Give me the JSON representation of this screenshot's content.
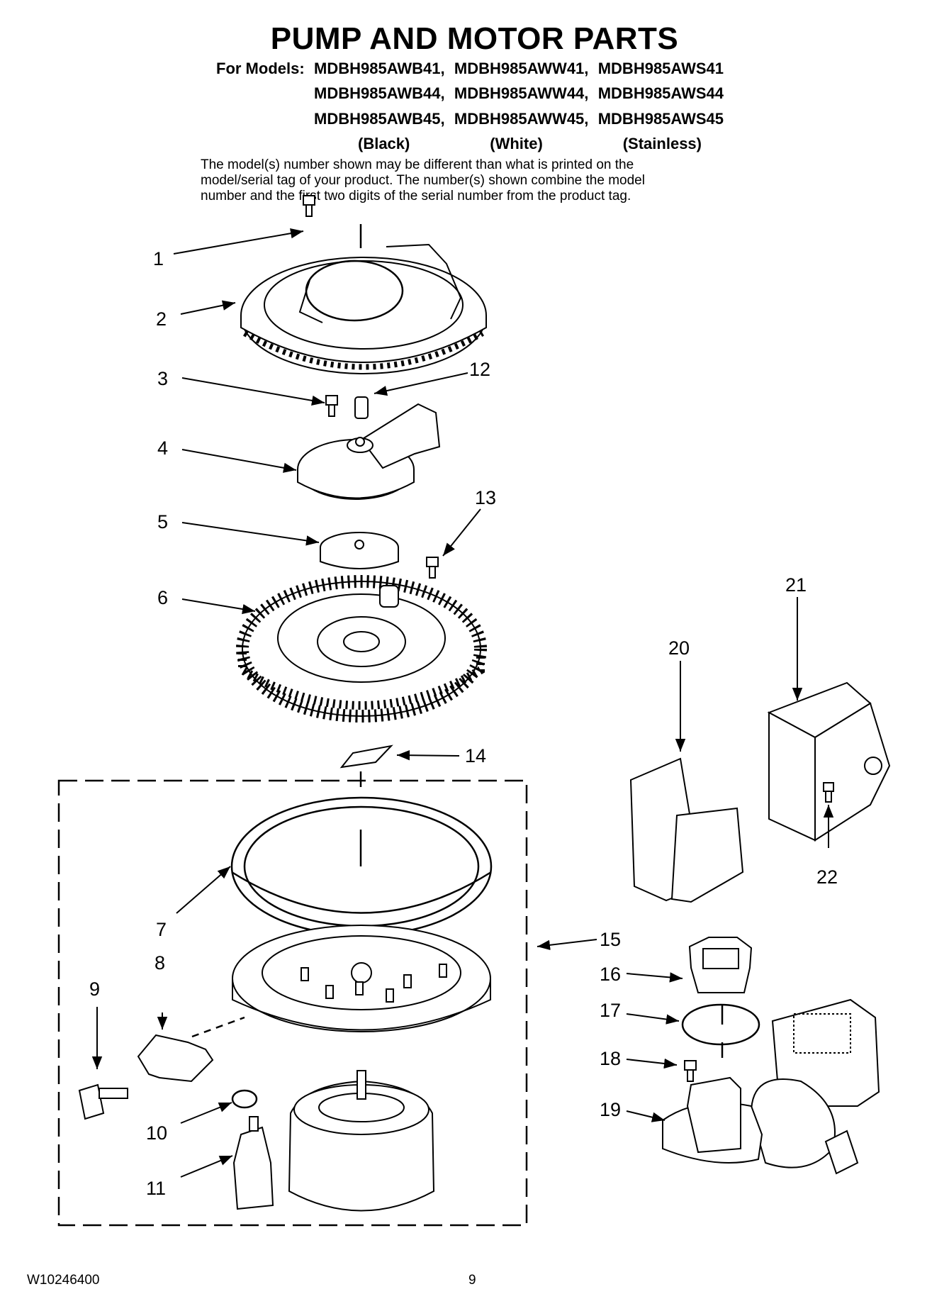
{
  "title": "PUMP AND MOTOR PARTS",
  "models_label": "For Models:",
  "model_rows": [
    [
      "MDBH985AWB41,",
      "MDBH985AWW41,",
      "MDBH985AWS41"
    ],
    [
      "MDBH985AWB44,",
      "MDBH985AWW44,",
      "MDBH985AWS44"
    ],
    [
      "MDBH985AWB45,",
      "MDBH985AWW45,",
      "MDBH985AWS45"
    ]
  ],
  "color_labels": [
    "(Black)",
    "(White)",
    "(Stainless)"
  ],
  "note_lines": [
    "The model(s) number shown may be different than what is printed on the",
    "model/serial tag of your product. The number(s) shown combine the model",
    "number and the first two digits of the serial number from the product tag."
  ],
  "callouts": [
    "1",
    "2",
    "3",
    "4",
    "5",
    "6",
    "7",
    "8",
    "9",
    "10",
    "11",
    "12",
    "13",
    "14",
    "15",
    "16",
    "17",
    "18",
    "19",
    "20",
    "21",
    "22"
  ],
  "footer": {
    "doc_number": "W10246400",
    "page_number": "9"
  }
}
